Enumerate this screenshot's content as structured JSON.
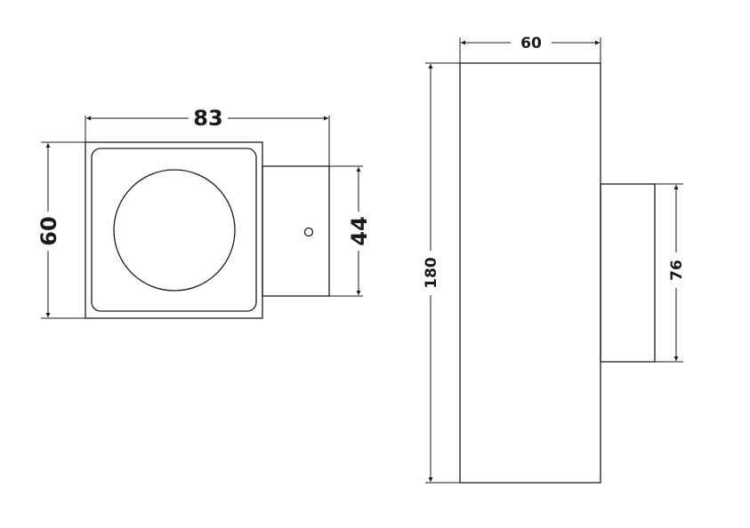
{
  "front_view": {
    "width_label": "83",
    "height_label": "60",
    "bracket_height_label": "44"
  },
  "side_view": {
    "width_label": "60",
    "height_label": "180",
    "bracket_height_label": "76"
  },
  "colors": {
    "line": "#1a1a1a",
    "background": "#ffffff"
  }
}
